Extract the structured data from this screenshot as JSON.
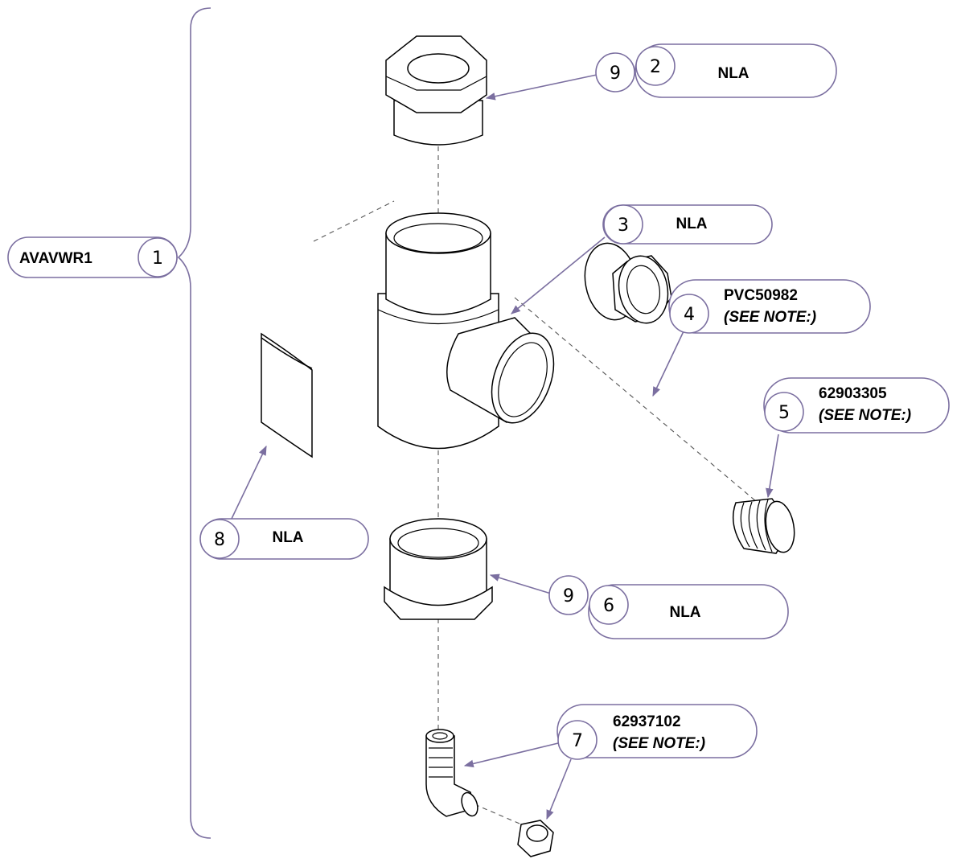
{
  "diagram": {
    "assembly": {
      "number": "1",
      "label": "AVAVWR1"
    },
    "callouts": [
      {
        "id": "c2",
        "qty": "9",
        "number": "2",
        "label": "NLA",
        "note": ""
      },
      {
        "id": "c3",
        "qty": "",
        "number": "3",
        "label": "NLA",
        "note": ""
      },
      {
        "id": "c4",
        "qty": "",
        "number": "4",
        "label": "PVC50982",
        "note": "(SEE NOTE:)"
      },
      {
        "id": "c5",
        "qty": "",
        "number": "5",
        "label": "62903305",
        "note": "(SEE NOTE:)"
      },
      {
        "id": "c6",
        "qty": "9",
        "number": "6",
        "label": "NLA",
        "note": ""
      },
      {
        "id": "c7",
        "qty": "",
        "number": "7",
        "label": "62937102",
        "note": "(SEE NOTE:)"
      },
      {
        "id": "c8",
        "qty": "",
        "number": "8",
        "label": "NLA",
        "note": ""
      }
    ],
    "parts": [
      {
        "name": "bushing-top-icon"
      },
      {
        "name": "tee-fitting-icon"
      },
      {
        "name": "reducer-bushing-icon"
      },
      {
        "name": "threaded-nipple-icon"
      },
      {
        "name": "bushing-bottom-icon"
      },
      {
        "name": "elbow-fitting-icon"
      },
      {
        "name": "hex-nut-icon"
      },
      {
        "name": "label-sticker-icon"
      }
    ]
  }
}
